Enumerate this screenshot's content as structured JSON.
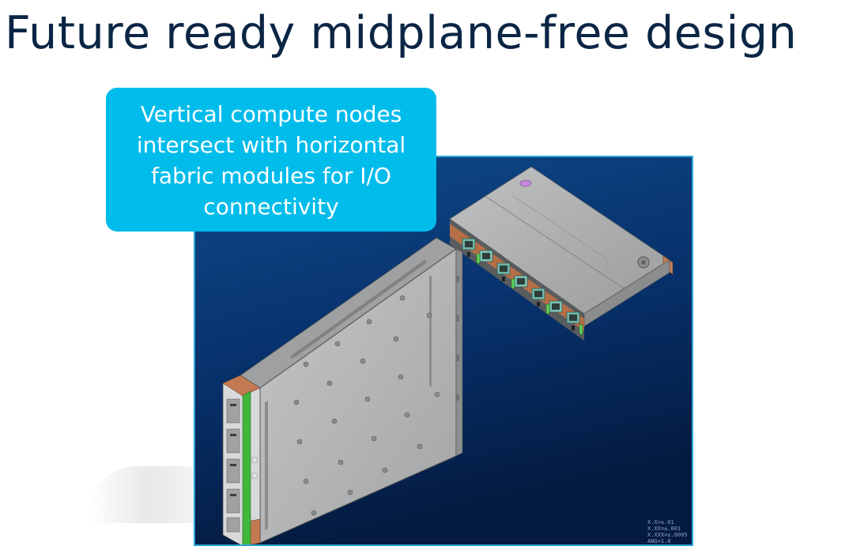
{
  "slide": {
    "title": "Future ready midplane-free design"
  },
  "callout": {
    "text": "Vertical compute nodes intersect with horizontal fabric modules for I/O connectivity",
    "background": "#00bceb"
  },
  "render": {
    "frame_color": "#2aa4d8",
    "background_top": "#0f4a8a",
    "background_bottom": "#041a3f",
    "drawing_notes": [
      "X.X=±.01",
      "X.XX=±.001",
      "X.XXX=±.0005",
      "ANG=1.0"
    ]
  },
  "colors": {
    "title": "#0b2545",
    "chassis_metal": "#a9abad",
    "connector_copper": "#c27a52",
    "board_green": "#3fb83a",
    "connector_teal": "#6fb7a8"
  }
}
